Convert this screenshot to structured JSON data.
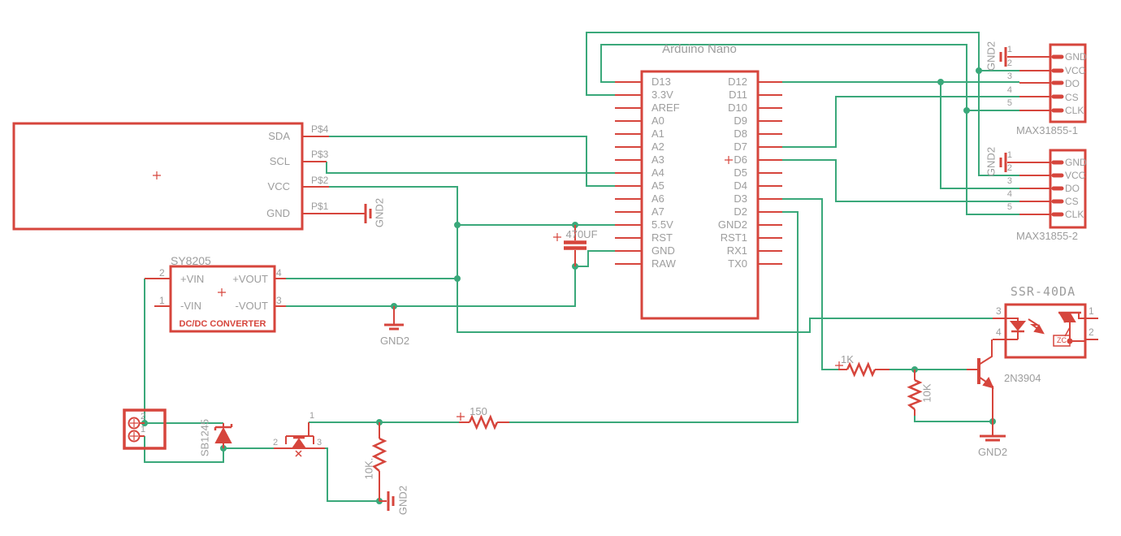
{
  "colors": {
    "wire": "#3aa87a",
    "part": "#d6453c",
    "label": "#9d9d9d"
  },
  "titles": {
    "arduino": "Arduino Nano",
    "dcdc": "SY8205",
    "dcdc_sub": "DC/DC CONVERTER",
    "max1": "MAX31855-1",
    "max2": "MAX31855-2",
    "ssr": "SSR-40DA",
    "npn": "2N3904",
    "diode": "SB1245"
  },
  "arduino": {
    "left_pins": [
      "D13",
      "3.3V",
      "AREF",
      "A0",
      "A1",
      "A2",
      "A3",
      "A4",
      "A5",
      "A6",
      "A7",
      "5.5V",
      "RST",
      "GND",
      "RAW"
    ],
    "right_pins": [
      "D12",
      "D11",
      "D10",
      "D9",
      "D8",
      "D7",
      "D6",
      "D5",
      "D4",
      "D3",
      "D2",
      "GND2",
      "RST1",
      "RX1",
      "TX0"
    ]
  },
  "max_pins": [
    "GND",
    "VCC",
    "DO",
    "CS",
    "CLK"
  ],
  "max_numbers": [
    "1",
    "2",
    "3",
    "4",
    "5"
  ],
  "i2c": {
    "pins": [
      "SDA",
      "SCL",
      "VCC",
      "GND"
    ],
    "pads": [
      "P$4",
      "P$3",
      "P$2",
      "P$1"
    ]
  },
  "dcdc": {
    "pin2": "2",
    "pin1": "1",
    "pin4": "4",
    "pin3": "3",
    "vin_p": "+VIN",
    "vin_n": "-VIN",
    "vout_p": "+VOUT",
    "vout_n": "-VOUT"
  },
  "values": {
    "cap": "470UF",
    "r150": "150",
    "r1k": "1K",
    "r10k": "10K",
    "r10k_dot": "10K.",
    "gnd": "GND2"
  },
  "ssr": {
    "p3": "3",
    "p4": "4",
    "p1": "1",
    "p2": "2",
    "zc": "ZC"
  },
  "mosfet": {
    "p2": "2",
    "p1": "1",
    "p3": "3"
  },
  "connector": {
    "p2": "2",
    "p1": "1"
  }
}
